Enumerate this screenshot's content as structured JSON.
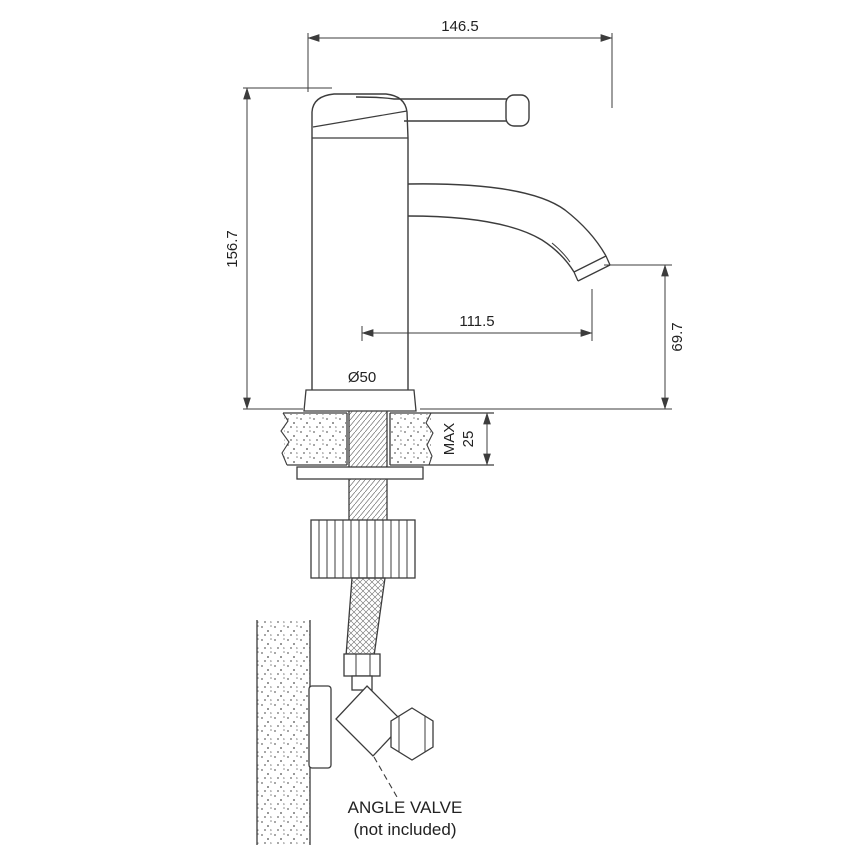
{
  "drawing": {
    "type": "technical-dimension-drawing",
    "subject": "single-lever basin mixer tap, side elevation with installation section"
  },
  "dims": {
    "overall_width": "146.5",
    "height": "156.7",
    "spout_reach": "111.5",
    "spout_height": "69.7",
    "base_diameter": "Ø50",
    "deck_max_label": "MAX",
    "deck_max_value": "25"
  },
  "notes": {
    "angle_valve_line1": "ANGLE VALVE",
    "angle_valve_line2": "(not included)"
  },
  "colors": {
    "line": "#3c3c3c",
    "text": "#222222",
    "background": "#ffffff",
    "stipple": "#6a6a6a"
  }
}
